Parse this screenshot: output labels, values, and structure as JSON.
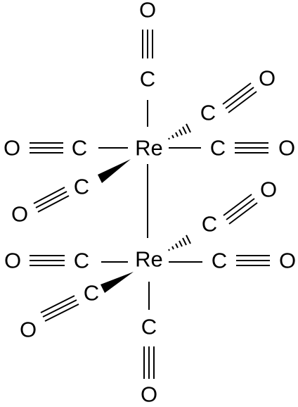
{
  "molecule": {
    "metal_symbol": "Re",
    "carbon_symbol": "C",
    "oxygen_symbol": "O",
    "ligand_count_per_metal": 5,
    "metal_metal_bond": true,
    "colors": {
      "ink": "#000000",
      "background": "#ffffff"
    }
  }
}
